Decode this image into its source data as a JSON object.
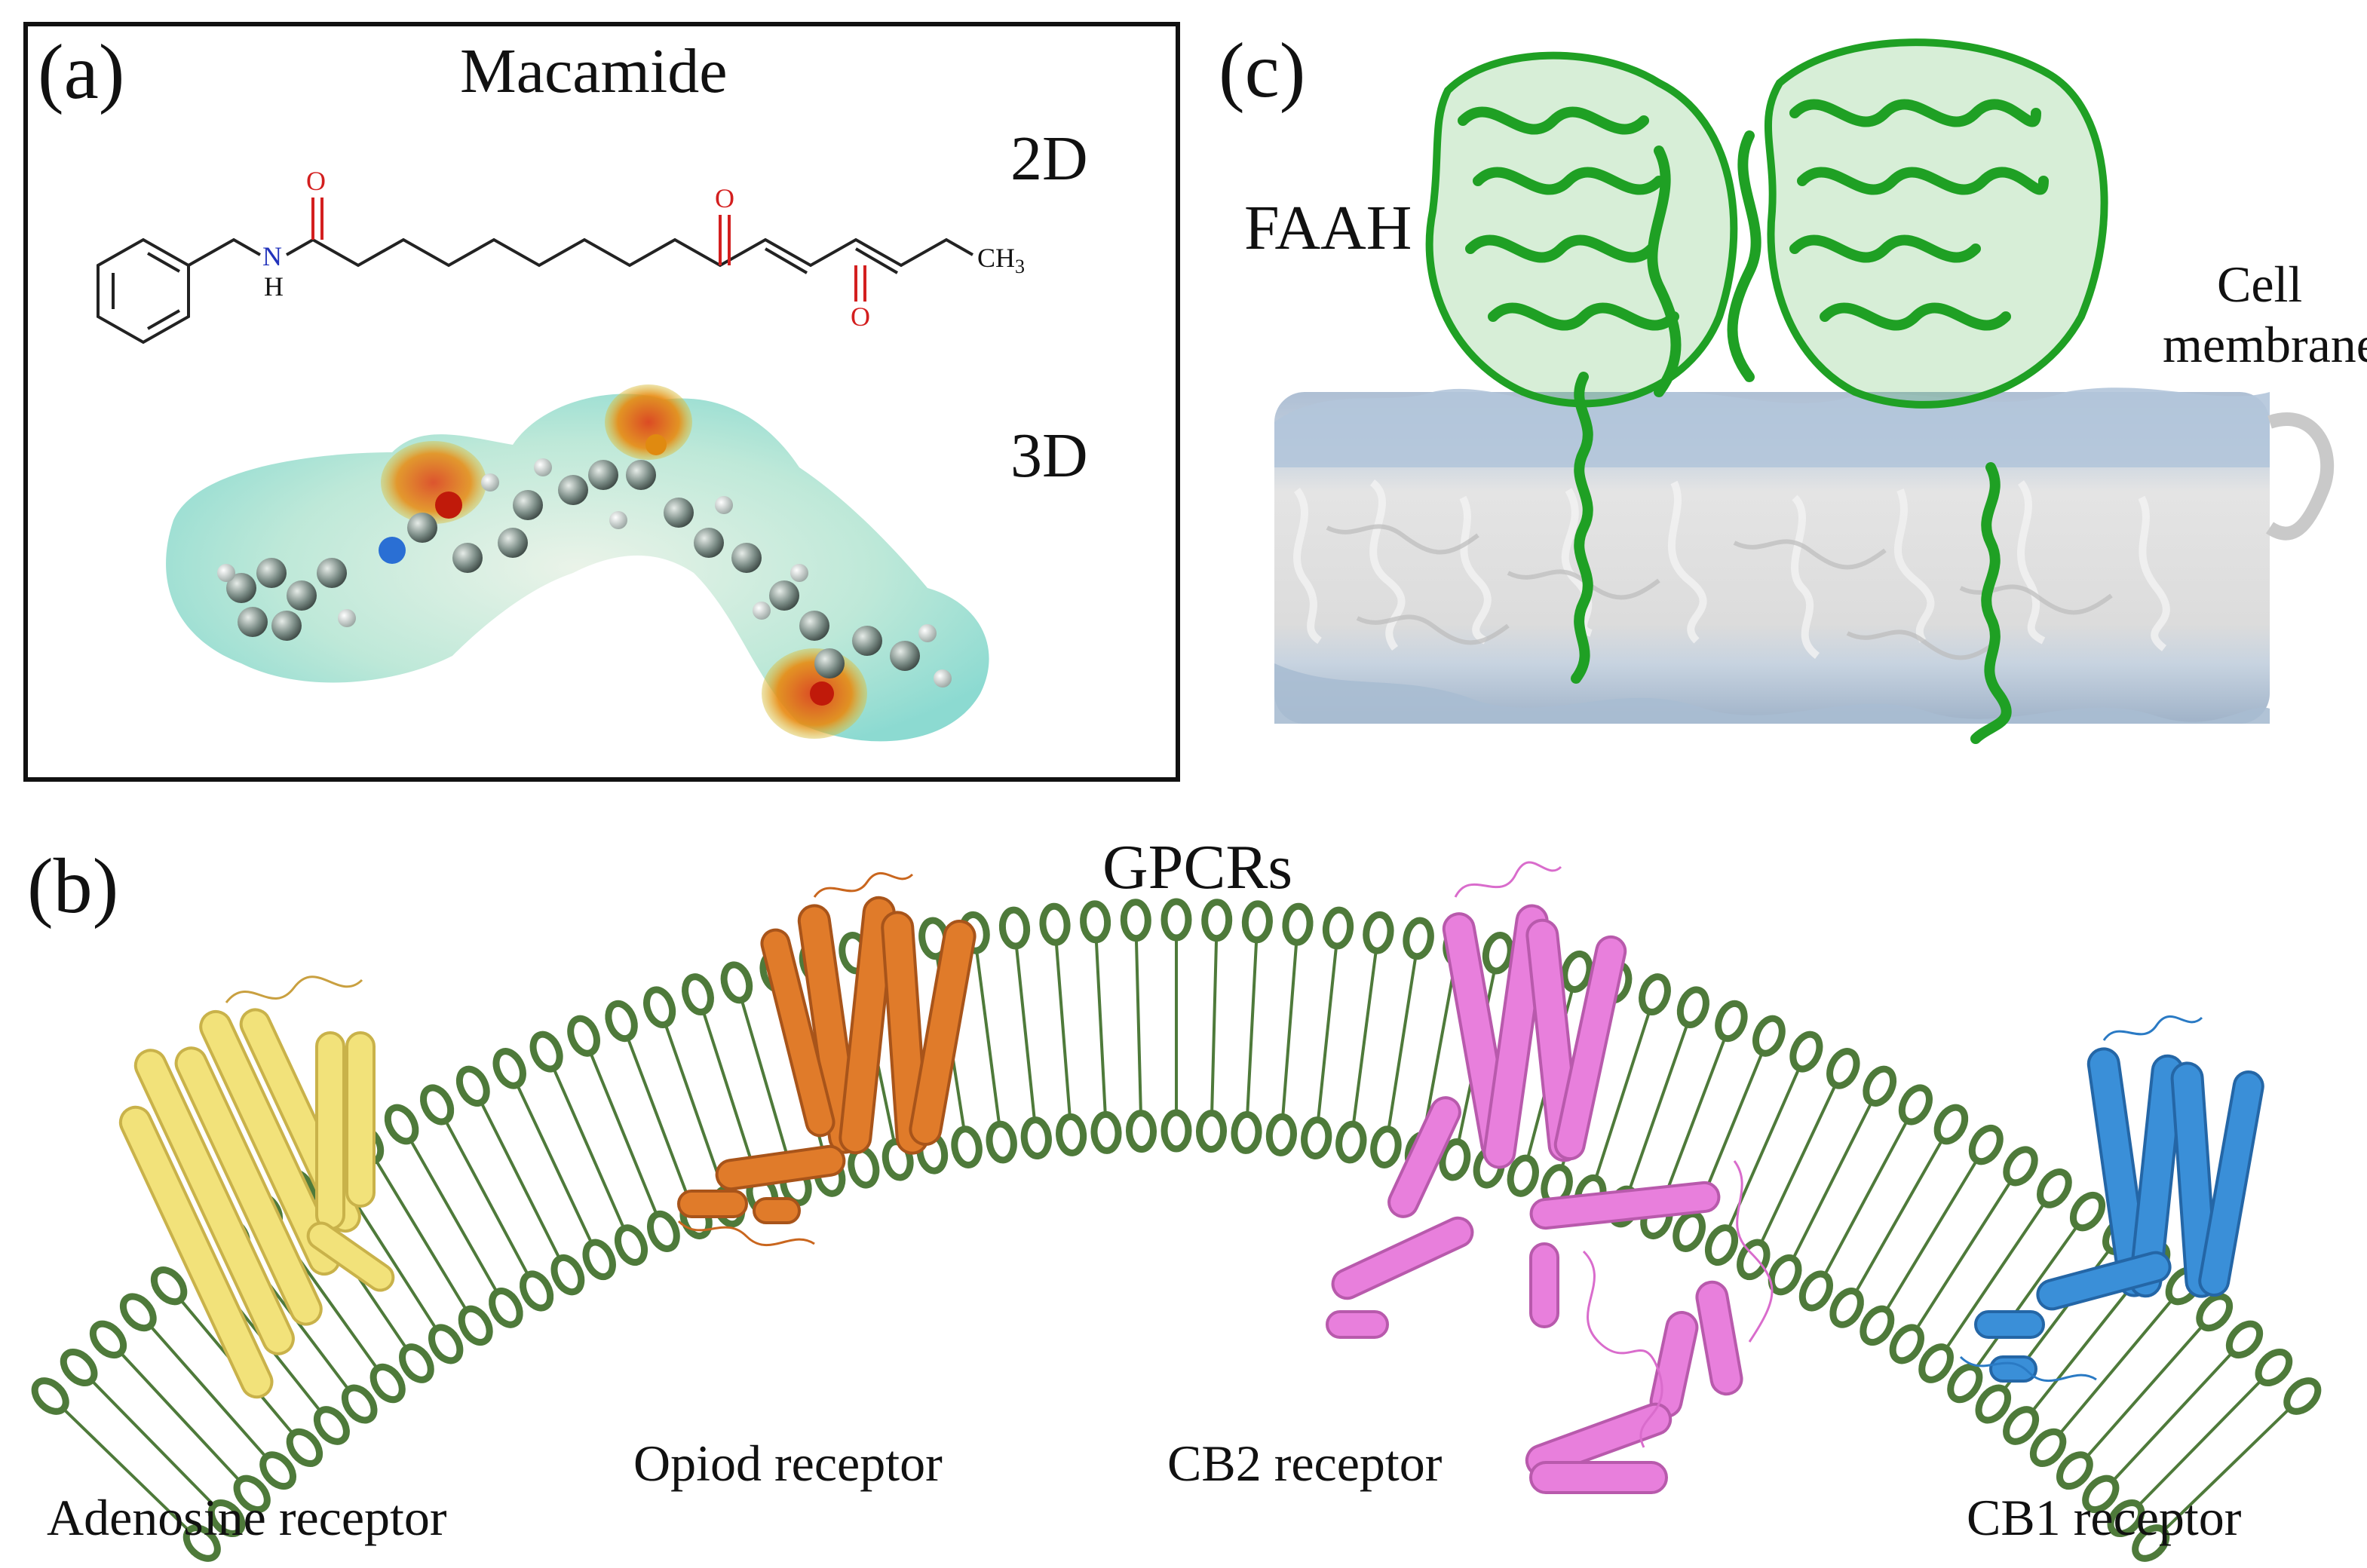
{
  "panel_a": {
    "letter": "(a)",
    "title": "Macamide",
    "label_2d": "2D",
    "label_3d": "3D",
    "atoms": {
      "oxygen": "O",
      "nitrogen": "N",
      "hydrogen": "H",
      "methyl": "CH",
      "methyl_sub": "3"
    }
  },
  "panel_b": {
    "letter": "(b)",
    "title": "GPCRs",
    "receptors": [
      {
        "label": "Adenosine receptor",
        "color": "#f2e27a"
      },
      {
        "label": "Opiod receptor",
        "color": "#e07b2a"
      },
      {
        "label": "CB2 receptor",
        "color": "#e87fdc"
      },
      {
        "label": "CB1 receptor",
        "color": "#3a8fd8"
      }
    ],
    "membrane_color": "#4e7a3a"
  },
  "panel_c": {
    "letter": "(c)",
    "protein_label": "FAAH",
    "membrane_label_line1": "Cell",
    "membrane_label_line2": "membrane",
    "protein_color": "#1fa024",
    "membrane_color": "#b9c9dc"
  }
}
